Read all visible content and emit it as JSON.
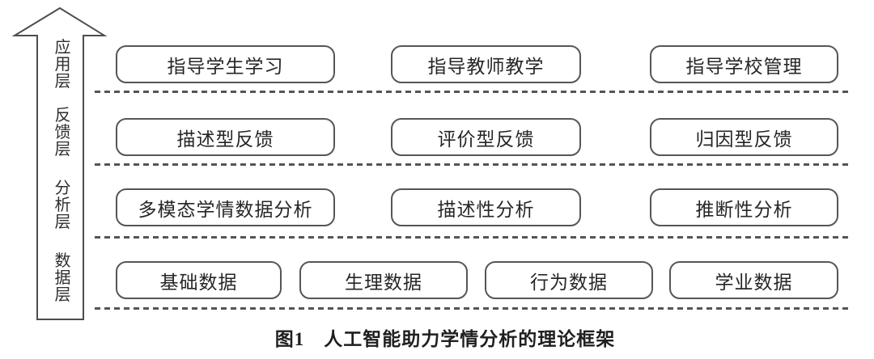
{
  "figure": {
    "caption": "图1　人工智能助力学情分析的理论框架"
  },
  "layers": [
    {
      "name": "应用层",
      "boxes": [
        "指导学生学习",
        "指导教师教学",
        "指导学校管理"
      ]
    },
    {
      "name": "反馈层",
      "boxes": [
        "描述型反馈",
        "评价型反馈",
        "归因型反馈"
      ]
    },
    {
      "name": "分析层",
      "boxes": [
        "多模态学情数据分析",
        "描述性分析",
        "推断性分析"
      ]
    },
    {
      "name": "数据层",
      "boxes": [
        "基础数据",
        "生理数据",
        "行为数据",
        "学业数据"
      ]
    }
  ],
  "colors": {
    "line": "#555555",
    "box_border": "#565656",
    "text": "#262626",
    "background": "#ffffff"
  }
}
